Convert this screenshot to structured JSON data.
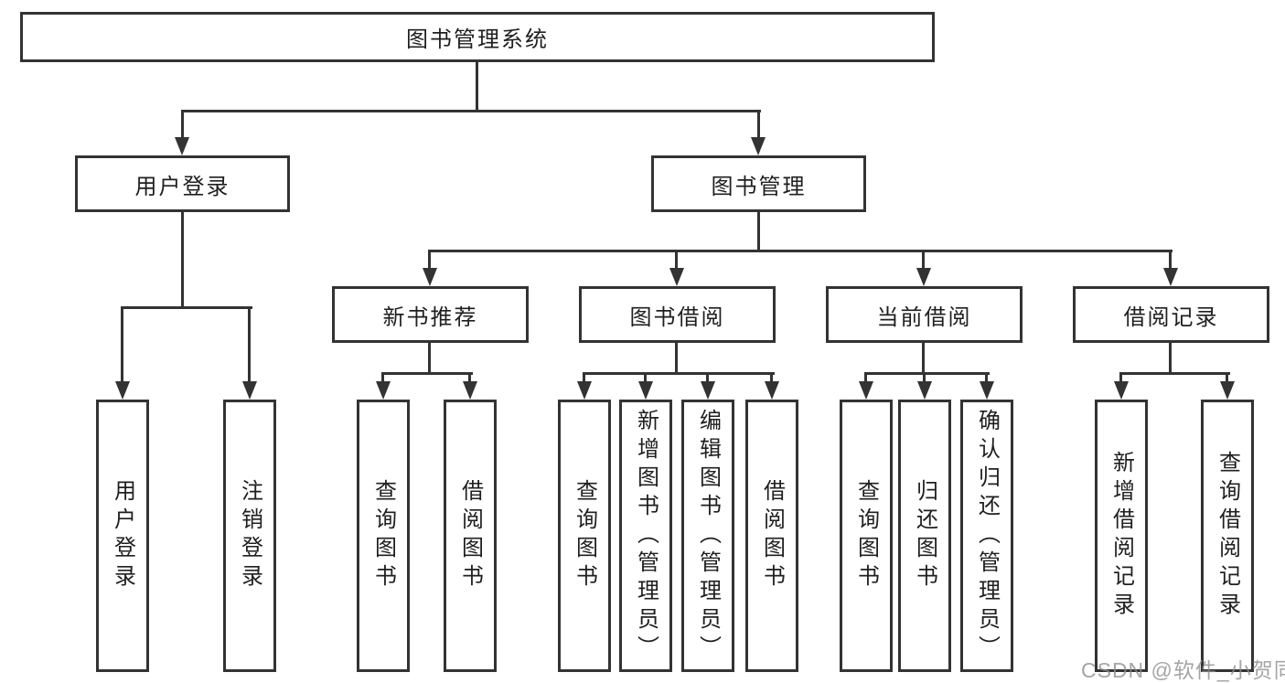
{
  "colors": {
    "line": "#333333",
    "box_fill": "#ffffff",
    "text": "#1f1f1f",
    "watermark": "#8c8c8c"
  },
  "watermark": {
    "text": "CSDN @软件_小贺同学"
  },
  "tree": {
    "label": "图书管理系统",
    "children": [
      {
        "label": "用户登录",
        "children": [
          {
            "label": "用户登录"
          },
          {
            "label": "注销登录"
          }
        ]
      },
      {
        "label": "图书管理",
        "children": [
          {
            "label": "新书推荐",
            "children": [
              {
                "label": "查询图书"
              },
              {
                "label": "借阅图书"
              }
            ]
          },
          {
            "label": "图书借阅",
            "children": [
              {
                "label": "查询图书"
              },
              {
                "label": "新增图书（管理员）"
              },
              {
                "label": "编辑图书（管理员）"
              },
              {
                "label": "借阅图书"
              }
            ]
          },
          {
            "label": "当前借阅",
            "children": [
              {
                "label": "查询图书"
              },
              {
                "label": "归还图书"
              },
              {
                "label": "确认归还（管理员）"
              }
            ]
          },
          {
            "label": "借阅记录",
            "children": [
              {
                "label": "新增借阅记录"
              },
              {
                "label": "查询借阅记录"
              }
            ]
          }
        ]
      }
    ]
  }
}
